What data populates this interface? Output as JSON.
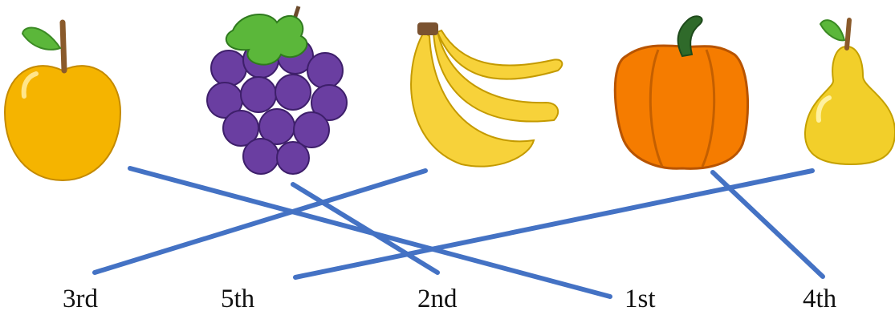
{
  "fruits": [
    {
      "name": "apple-icon"
    },
    {
      "name": "grapes-icon"
    },
    {
      "name": "banana-icon"
    },
    {
      "name": "pepper-icon"
    },
    {
      "name": "pear-icon"
    }
  ],
  "ordinals": [
    "3rd",
    "5th",
    "2nd",
    "1st",
    "4th"
  ],
  "colors": {
    "line": "#4472c4",
    "apple": "#f5b400",
    "grape": "#6a3ea1",
    "banana": "#f7d23a",
    "pepper": "#f57c00",
    "pear": "#f2cf2a",
    "leaf": "#5bb73a",
    "stem": "#8a5a2b"
  }
}
